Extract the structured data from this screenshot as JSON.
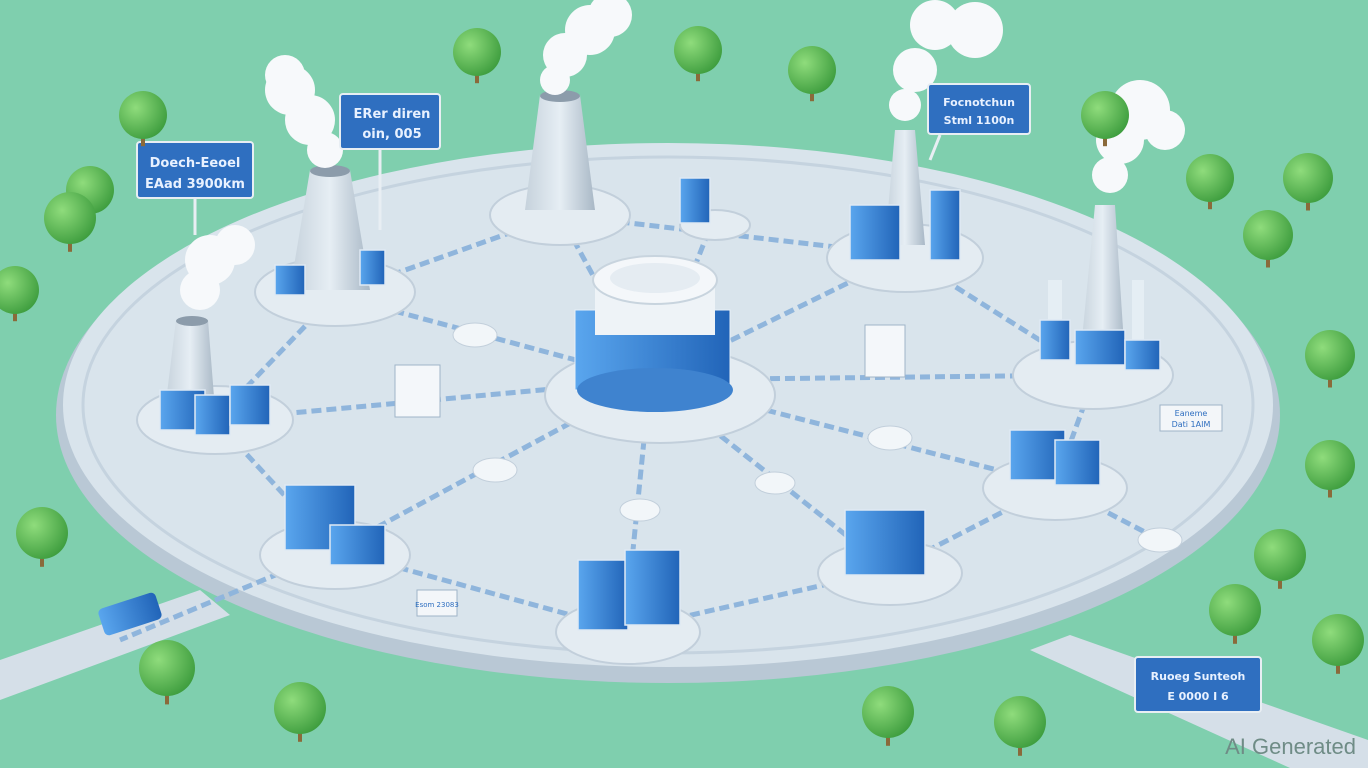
{
  "signs": [
    {
      "line1": "Doech-Eeoel",
      "line2": "EAad 3900km"
    },
    {
      "line1": "ERer diren",
      "line2": "oin, 005"
    },
    {
      "line1": "Focnotchun",
      "line2": "Stml 1100n"
    },
    {
      "line1": "Eaneme",
      "line2": "Dati 1AIM"
    },
    {
      "line1": "Ruoeg Sunteoh",
      "line2": "E 0000 I 6"
    },
    {
      "line1": "Esom 23083",
      "line2": ""
    }
  ],
  "watermark": "AI Generated",
  "colors": {
    "ground": "#7fcfae",
    "platform": "#d6e2ec",
    "accent": "#2f78c8",
    "tree": "#4cae4a"
  }
}
